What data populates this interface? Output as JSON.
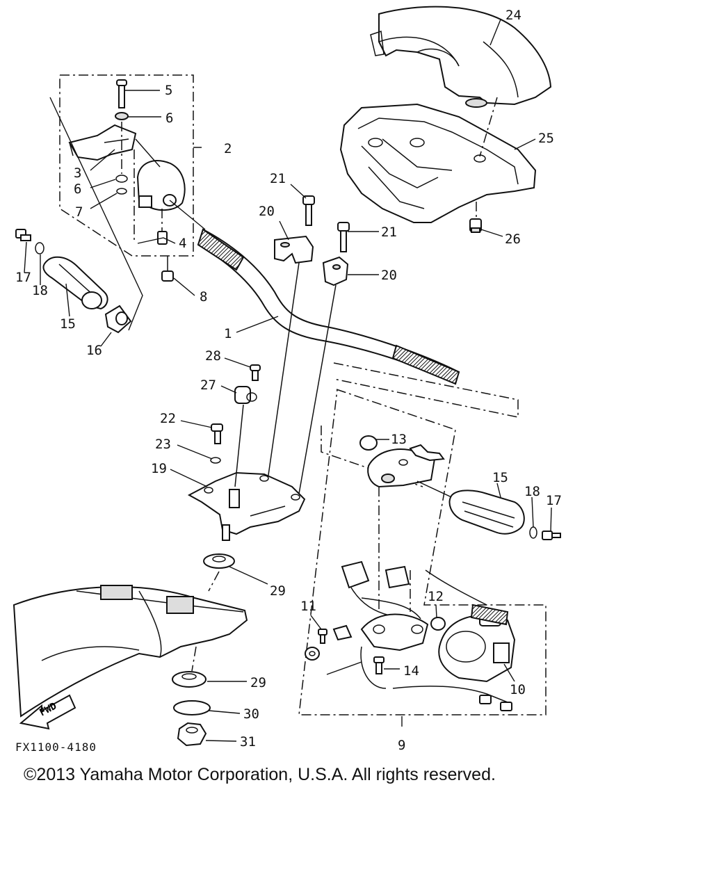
{
  "diagram": {
    "drawing_code": "FX1100-4180",
    "direction_label": "FWD",
    "copyright": "©2013 Yamaha Motor Corporation, U.S.A. All rights reserved.",
    "callouts": {
      "c24": "24",
      "c25": "25",
      "c26": "26",
      "c5": "5",
      "c6a": "6",
      "c2": "2",
      "c3": "3",
      "c6b": "6",
      "c7": "7",
      "c4": "4",
      "c8": "8",
      "c17a": "17",
      "c18a": "18",
      "c15a": "15",
      "c16": "16",
      "c21a": "21",
      "c20a": "20",
      "c21b": "21",
      "c20b": "20",
      "c1": "1",
      "c28": "28",
      "c27": "27",
      "c22": "22",
      "c23": "23",
      "c19": "19",
      "c13": "13",
      "c15b": "15",
      "c18b": "18",
      "c17b": "17",
      "c29a": "29",
      "c29b": "29",
      "c30": "30",
      "c31": "31",
      "c12": "12",
      "c11": "11",
      "c14": "14",
      "c10": "10",
      "c9": "9"
    }
  }
}
